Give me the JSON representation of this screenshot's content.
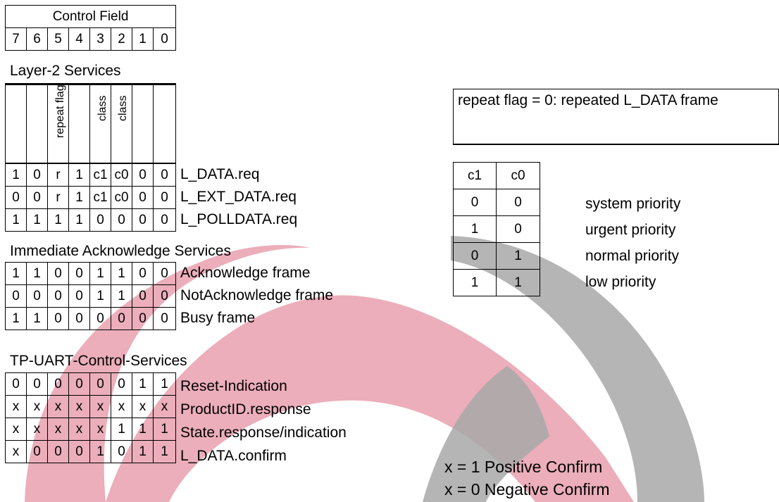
{
  "control_field": {
    "title": "Control Field",
    "bits": [
      "7",
      "6",
      "5",
      "4",
      "3",
      "2",
      "1",
      "0"
    ]
  },
  "layer2": {
    "heading": "Layer-2 Services",
    "header_labels": {
      "repeat": "repeat flag",
      "class1": "class",
      "class2": "class"
    },
    "rows": [
      {
        "bits": [
          "1",
          "0",
          "r",
          "1",
          "c1",
          "c0",
          "0",
          "0"
        ],
        "label": "L_DATA.req"
      },
      {
        "bits": [
          "0",
          "0",
          "r",
          "1",
          "c1",
          "c0",
          "0",
          "0"
        ],
        "label": "L_EXT_DATA.req"
      },
      {
        "bits": [
          "1",
          "1",
          "1",
          "1",
          "0",
          "0",
          "0",
          "0"
        ],
        "label": "L_POLLDATA.req"
      }
    ]
  },
  "ack": {
    "heading": "Immediate Acknowledge Services",
    "rows": [
      {
        "bits": [
          "1",
          "1",
          "0",
          "0",
          "1",
          "1",
          "0",
          "0"
        ],
        "label": "Acknowledge frame"
      },
      {
        "bits": [
          "0",
          "0",
          "0",
          "0",
          "1",
          "1",
          "0",
          "0"
        ],
        "label": "NotAcknowledge frame"
      },
      {
        "bits": [
          "1",
          "1",
          "0",
          "0",
          "0",
          "0",
          "0",
          "0"
        ],
        "label": "Busy frame"
      }
    ]
  },
  "uart": {
    "heading": "TP-UART-Control-Services",
    "rows": [
      {
        "bits": [
          "0",
          "0",
          "0",
          "0",
          "0",
          "0",
          "1",
          "1"
        ],
        "label": "Reset-Indication"
      },
      {
        "bits": [
          "x",
          "x",
          "x",
          "x",
          "x",
          "x",
          "x",
          "x"
        ],
        "label": "ProductID.response"
      },
      {
        "bits": [
          "x",
          "x",
          "x",
          "x",
          "x",
          "1",
          "1",
          "1"
        ],
        "label": "State.response/indication"
      },
      {
        "bits": [
          "x",
          "0",
          "0",
          "0",
          "1",
          "0",
          "1",
          "1"
        ],
        "label": "L_DATA.confirm"
      }
    ]
  },
  "note": {
    "text": "repeat flag = 0: repeated L_DATA frame"
  },
  "priority": {
    "headers": [
      "c1",
      "c0"
    ],
    "rows": [
      {
        "c1": "0",
        "c0": "0",
        "label": "system priority"
      },
      {
        "c1": "1",
        "c0": "0",
        "label": "urgent priority"
      },
      {
        "c1": "0",
        "c0": "1",
        "label": "normal priority"
      },
      {
        "c1": "1",
        "c0": "1",
        "label": "low priority"
      }
    ]
  },
  "confirm": {
    "positive": "x = 1 Positive Confirm",
    "negative": "x = 0 Negative Confirm"
  },
  "colors": {
    "watermark_red": "#e8a0ae",
    "watermark_gray": "#a8a8a8"
  }
}
